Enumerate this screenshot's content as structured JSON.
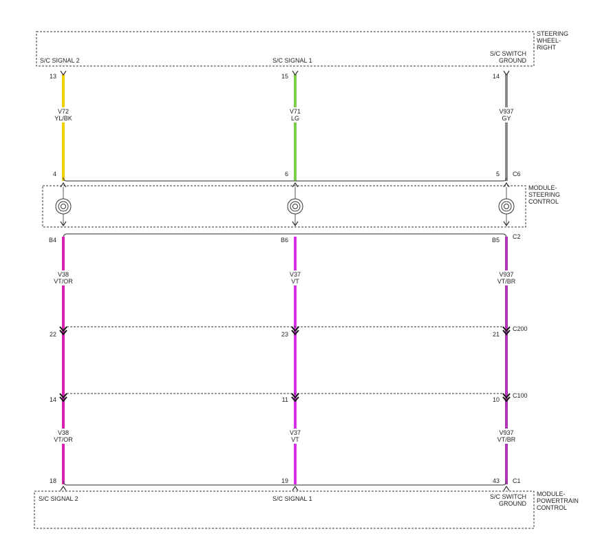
{
  "modules": {
    "steering_wheel": {
      "name": [
        "STEERING",
        "WHEEL-",
        "RIGHT"
      ],
      "pins": [
        "S/C SIGNAL 2",
        "S/C SIGNAL 1",
        "S/C SWITCH",
        "GROUND"
      ]
    },
    "steering_control": {
      "name": [
        "MODULE-",
        "STEERING",
        "CONTROL"
      ]
    },
    "powertrain": {
      "name": [
        "MODULE-",
        "POWERTRAIN",
        "CONTROL"
      ],
      "pins": [
        "S/C SIGNAL 2",
        "S/C SIGNAL 1",
        "S/C SWITCH",
        "GROUND"
      ]
    }
  },
  "connectors": {
    "c6": "C6",
    "c2": "C2",
    "c200": "C200",
    "c100": "C100",
    "c1": "C1"
  },
  "wires": [
    {
      "upper": {
        "circuit": "V72",
        "color_code": "YL/BK",
        "color": "#f0d000",
        "pin_top": "13",
        "pin_bottom": "4"
      },
      "lower": {
        "circuit": "V38",
        "color_code": "VT/OR",
        "color": "#d81fb3",
        "pin_c2": "B4",
        "pin_c200": "22",
        "pin_c100": "14",
        "pin_c1": "18"
      },
      "lower2": {
        "circuit": "V38",
        "color_code": "VT/OR"
      }
    },
    {
      "upper": {
        "circuit": "V71",
        "color_code": "LG",
        "color": "#7ccd4a",
        "pin_top": "15",
        "pin_bottom": "6"
      },
      "lower": {
        "circuit": "V37",
        "color_code": "VT",
        "color": "#d431e8",
        "pin_c2": "B6",
        "pin_c200": "23",
        "pin_c100": "11",
        "pin_c1": "19"
      },
      "lower2": {
        "circuit": "V37",
        "color_code": "VT"
      }
    },
    {
      "upper": {
        "circuit": "V937",
        "color_code": "GY",
        "color": "#8a8a8a",
        "pin_top": "14",
        "pin_bottom": "5"
      },
      "lower": {
        "circuit": "V937",
        "color_code": "VT/BR",
        "color": "#b132b5",
        "pin_c2": "B5",
        "pin_c200": "21",
        "pin_c100": "10",
        "pin_c1": "43"
      },
      "lower2": {
        "circuit": "V937",
        "color_code": "VT/BR"
      }
    }
  ]
}
